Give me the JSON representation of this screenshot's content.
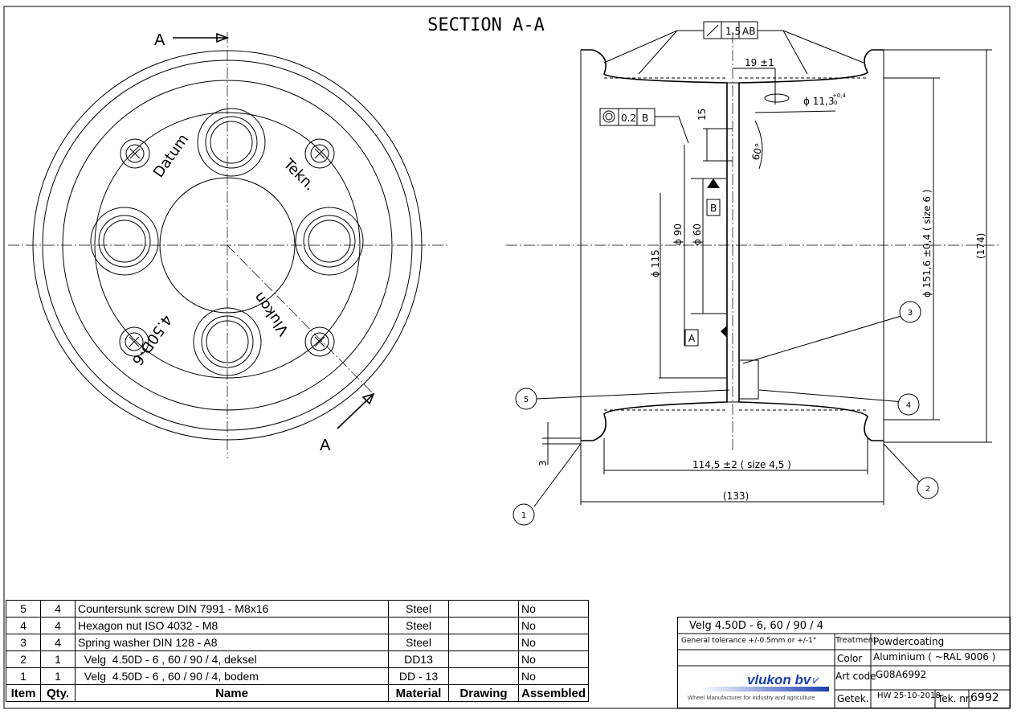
{
  "drawing": {
    "section_title": "SECTION A-A",
    "section_label_top": "A",
    "section_label_bottom": "A",
    "engravings": [
      "Datum",
      "Tekn.",
      "4.50D-6",
      "Vlukon"
    ],
    "gdt_runout": {
      "tolerance": "1.5",
      "datum": "AB"
    },
    "gdt_concentricity": {
      "tolerance": "0.2",
      "datum": "B"
    },
    "dimensions": {
      "hub_offset": "19 ±1",
      "hole_dia": "ϕ 11,3",
      "hole_tol_upper": "+0,4",
      "hole_tol_lower": "0",
      "hub_height": "15",
      "chamfer_angle": "60°",
      "datum_b": "B",
      "datum_a": "A",
      "bolt_circle": "ϕ 90",
      "center_bore": "ϕ 60",
      "pcd_outer": "ϕ 115",
      "bead_dia": "ϕ 151,6 ±0,4  ( size 6 )",
      "overall_dia": "(174)",
      "flange_thk": "3",
      "rim_width": "114,5 ±2  ( size 4,5 )",
      "overall_width": "(133)"
    },
    "balloons": [
      "1",
      "2",
      "3",
      "4",
      "5"
    ]
  },
  "bom": {
    "rows": [
      {
        "item": "5",
        "qty": "4",
        "name": "Countersunk screw DIN 7991 - M8x16",
        "material": "Steel",
        "drawing": "",
        "assembled": "No"
      },
      {
        "item": "4",
        "qty": "4",
        "name": "Hexagon nut ISO 4032 - M8",
        "material": "Steel",
        "drawing": "",
        "assembled": "No"
      },
      {
        "item": "3",
        "qty": "4",
        "name": "Spring washer DIN 128 - A8",
        "material": "Steel",
        "drawing": "",
        "assembled": "No"
      },
      {
        "item": "2",
        "qty": "1",
        "name": "  Velg  4.50D - 6 , 60 / 90 / 4, deksel",
        "material": "DD13",
        "drawing": "",
        "assembled": "No"
      },
      {
        "item": "1",
        "qty": "1",
        "name": "  Velg  4.50D - 6 , 60 / 90 / 4, bodem",
        "material": "DD - 13",
        "drawing": "",
        "assembled": "No"
      }
    ],
    "headers": {
      "item": "Item",
      "qty": "Qty.",
      "name": "Name",
      "material": "Material",
      "drawing": "Drawing",
      "assembled": "Assembled"
    }
  },
  "title_block": {
    "title": "Velg 4.50D - 6,  60 / 90 / 4",
    "tolerance": "General tolerance +/-0.5mm or +/-1°",
    "treatment_label": "Treatment",
    "treatment": "Powdercoating",
    "color_label": "Color",
    "color": "Aluminium ( ~RAL 9006 )",
    "artcode_label": "Art code",
    "artcode": "G08A6992",
    "drawn_label": "Getek.",
    "drawn": "HW 25-10-2018",
    "drawing_no_label": "Tek. nr.",
    "drawing_no": "6992",
    "company": "vlukon bv",
    "tagline": "Wheel Manufacturer for industry and agriculture",
    "brand_color": "#1a3fb0"
  }
}
